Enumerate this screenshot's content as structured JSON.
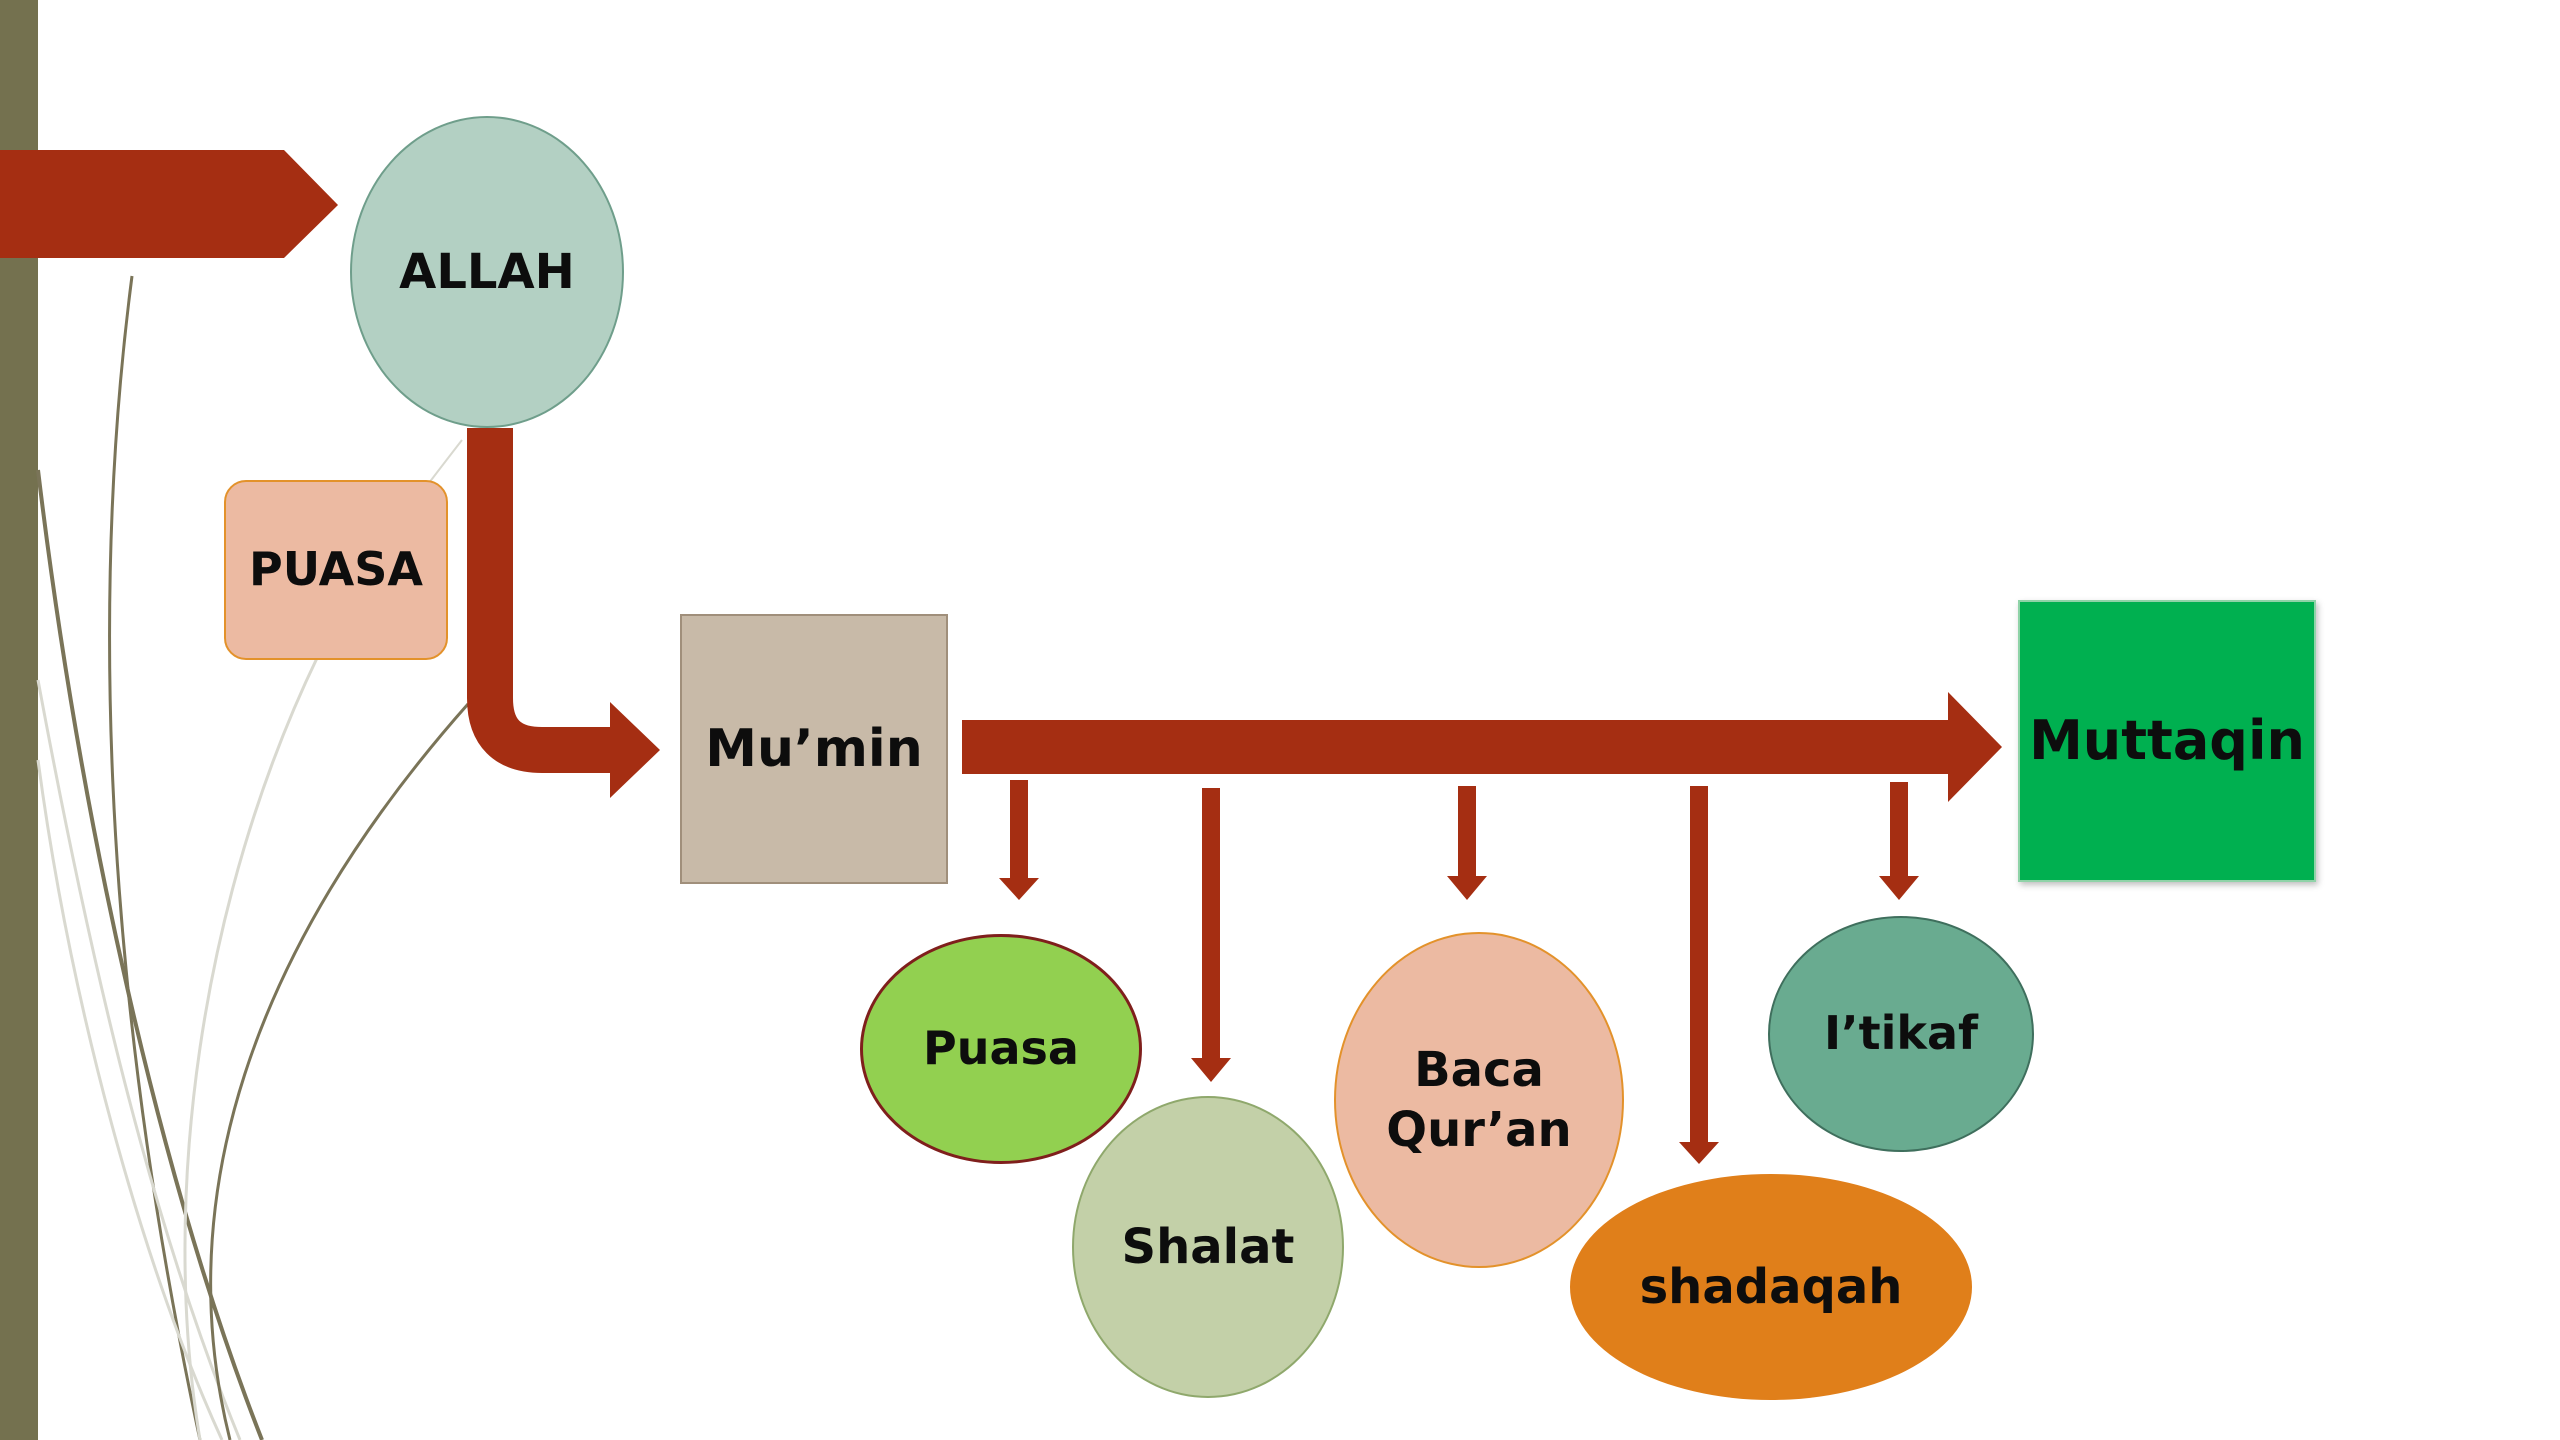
{
  "diagram": {
    "nodes": {
      "allah": "ALLAH",
      "puasa_label": "PUASA",
      "mumin": "Mu’min",
      "muttaqin": "Muttaqin",
      "puasa": "Puasa",
      "shalat": "Shalat",
      "baca_quran": "Baca Qur’an",
      "shadaqah": "shadaqah",
      "itikaf": "I’tikaf"
    },
    "colors": {
      "arrow": "#a52e12",
      "side_bar": "#74714f",
      "allah": "#b3d0c3",
      "mumin": "#c8baa8",
      "muttaqin": "#00b050",
      "puasa": "#92d050",
      "shalat": "#c3d0a8",
      "baca_quran": "#ecbaa2",
      "shadaqah": "#e07f1a",
      "itikaf": "#69ab90"
    }
  }
}
